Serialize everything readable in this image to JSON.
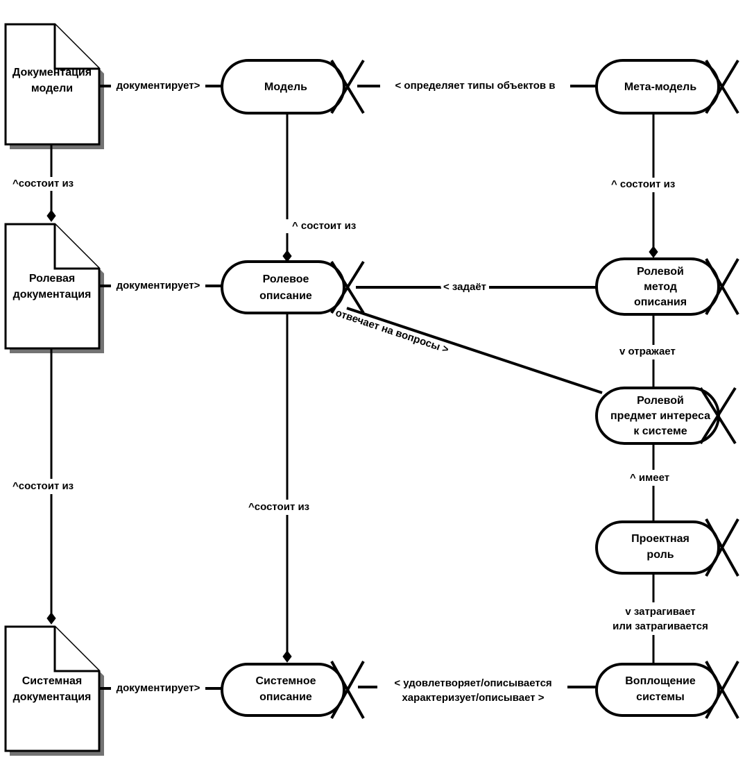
{
  "diagram": {
    "title": "Модель, ролевое описание и системное описание",
    "type": "entity-relationship",
    "background_color": "#ffffff",
    "line_color": "#000000",
    "nodes": [
      {
        "id": "doc-model",
        "label_lines": [
          "Документация",
          "модели"
        ],
        "kind": "document"
      },
      {
        "id": "model",
        "label_lines": [
          "Модель"
        ],
        "kind": "entity"
      },
      {
        "id": "meta-model",
        "label_lines": [
          "Мета-модель"
        ],
        "kind": "entity"
      },
      {
        "id": "doc-role",
        "label_lines": [
          "Ролевая",
          "документация"
        ],
        "kind": "document"
      },
      {
        "id": "role-description",
        "label_lines": [
          "Ролевое",
          "описание"
        ],
        "kind": "entity"
      },
      {
        "id": "role-method",
        "label_lines": [
          "Ролевой",
          "метод",
          "описания"
        ],
        "kind": "entity"
      },
      {
        "id": "role-concern",
        "label_lines": [
          "Ролевой",
          "предмет интереса",
          "к системе"
        ],
        "kind": "entity"
      },
      {
        "id": "project-role",
        "label_lines": [
          "Проектная",
          "роль"
        ],
        "kind": "entity"
      },
      {
        "id": "doc-system",
        "label_lines": [
          "Системная",
          "документация"
        ],
        "kind": "document"
      },
      {
        "id": "system-description",
        "label_lines": [
          "Системное",
          "описание"
        ],
        "kind": "entity"
      },
      {
        "id": "system-embodiment",
        "label_lines": [
          "Воплощение",
          "системы"
        ],
        "kind": "entity"
      }
    ],
    "edges": [
      {
        "id": "e1",
        "from": "doc-model",
        "to": "model",
        "label": "документирует>"
      },
      {
        "id": "e2",
        "from": "meta-model",
        "to": "model",
        "label": "< определяет типы объектов в"
      },
      {
        "id": "e3",
        "from": "doc-model",
        "to": "doc-role",
        "label": "^состоит из"
      },
      {
        "id": "e4",
        "from": "model",
        "to": "role-description",
        "label": "^ состоит из"
      },
      {
        "id": "e5",
        "from": "meta-model",
        "to": "role-method",
        "label": "^ состоит из"
      },
      {
        "id": "e6",
        "from": "doc-role",
        "to": "role-description",
        "label": "документирует>"
      },
      {
        "id": "e7",
        "from": "role-method",
        "to": "role-description",
        "label": "< задаёт"
      },
      {
        "id": "e8",
        "from": "role-description",
        "to": "role-concern",
        "label": "отвечает на вопросы >"
      },
      {
        "id": "e9",
        "from": "role-method",
        "to": "role-concern",
        "label": "v отражает"
      },
      {
        "id": "e10",
        "from": "role-concern",
        "to": "project-role",
        "label": "^ имеет"
      },
      {
        "id": "e11",
        "from": "doc-role",
        "to": "doc-system",
        "label": "^состоит из"
      },
      {
        "id": "e12",
        "from": "role-description",
        "to": "system-description",
        "label": "^состоит из"
      },
      {
        "id": "e13",
        "from": "project-role",
        "to": "system-embodiment",
        "label_lines": [
          "v затрагивает",
          "или затрагивается"
        ]
      },
      {
        "id": "e14",
        "from": "doc-system",
        "to": "system-description",
        "label": "документирует>"
      },
      {
        "id": "e15",
        "from": "system-embodiment",
        "to": "system-description",
        "label_lines": [
          "< удовлетворяет/описывается",
          "характеризует/описывает >"
        ]
      }
    ],
    "labels": {
      "dokumentiruet_1": "документирует>",
      "dokumentiruet_2": "документирует>",
      "dokumentiruet_3": "документирует>",
      "opredelyaet": "< определяет типы объектов в",
      "sostoit_iz_left_1": "^состоит из",
      "sostoit_iz_left_2": "^состоит из",
      "sostoit_iz_mid_1": "^ состоит из",
      "sostoit_iz_mid_2": "^состоит из",
      "sostoit_iz_right": "^ состоит из",
      "zadaet": "< задаёт",
      "otvechaet": "отвечает на вопросы >",
      "otrazhaet": "v отражает",
      "imeet": "^ имеет",
      "zatragivaet_1": "v затрагивает",
      "zatragivaet_2": "или затрагивается",
      "udovletvoryaet_1": "< удовлетворяет/описывается",
      "udovletvoryaet_2": "характеризует/описывает >"
    },
    "node_text": {
      "doc_model_1": "Документация",
      "doc_model_2": "модели",
      "model_1": "Модель",
      "meta_model_1": "Мета-модель",
      "doc_role_1": "Ролевая",
      "doc_role_2": "документация",
      "role_desc_1": "Ролевое",
      "role_desc_2": "описание",
      "role_method_1": "Ролевой",
      "role_method_2": "метод",
      "role_method_3": "описания",
      "role_concern_1": "Ролевой",
      "role_concern_2": "предмет интереса",
      "role_concern_3": "к системе",
      "project_role_1": "Проектная",
      "project_role_2": "роль",
      "doc_system_1": "Системная",
      "doc_system_2": "документация",
      "system_desc_1": "Системное",
      "system_desc_2": "описание",
      "system_emb_1": "Воплощение",
      "system_emb_2": "системы"
    }
  }
}
